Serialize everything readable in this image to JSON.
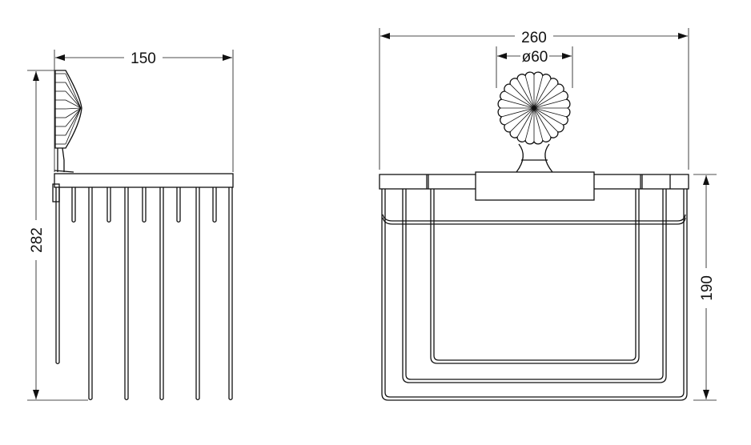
{
  "title": "Towel basket technical drawing",
  "dimensions": {
    "side_depth": "150",
    "side_height": "282",
    "front_width": "260",
    "knob_diameter": "ø60",
    "front_height": "190"
  },
  "colors": {
    "line": "#111111",
    "background": "#ffffff"
  }
}
